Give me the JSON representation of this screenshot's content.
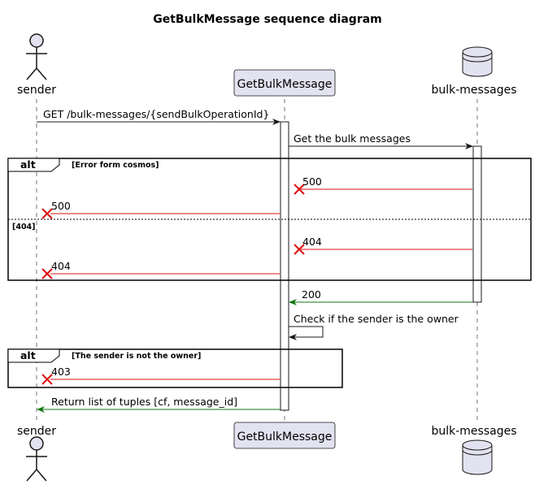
{
  "title": "GetBulkMessage sequence diagram",
  "participants": {
    "sender": "sender",
    "service": "GetBulkMessage",
    "store": "bulk-messages"
  },
  "messages": {
    "get_request": "GET  /bulk-messages/{sendBulkOperationId}",
    "get_bulk": "Get the bulk messages",
    "cosmos_500": "500",
    "sender_500": "500",
    "cosmos_404": "404",
    "sender_404": "404",
    "ok_200": "200",
    "check_owner": "Check if the sender is the owner",
    "sender_403": "403",
    "return_list": "Return list of tuples [cf, message_id]"
  },
  "fragments": {
    "alt_label": "alt",
    "alt1_guard": "[Error form cosmos]",
    "alt1_else_guard": "[404]",
    "alt2_label": "alt",
    "alt2_guard": "[The sender is not the owner]"
  },
  "colors": {
    "error": "#dd1111",
    "success": "#117711",
    "participant_fill": "#e2e2f0",
    "participant_border": "#181818"
  }
}
